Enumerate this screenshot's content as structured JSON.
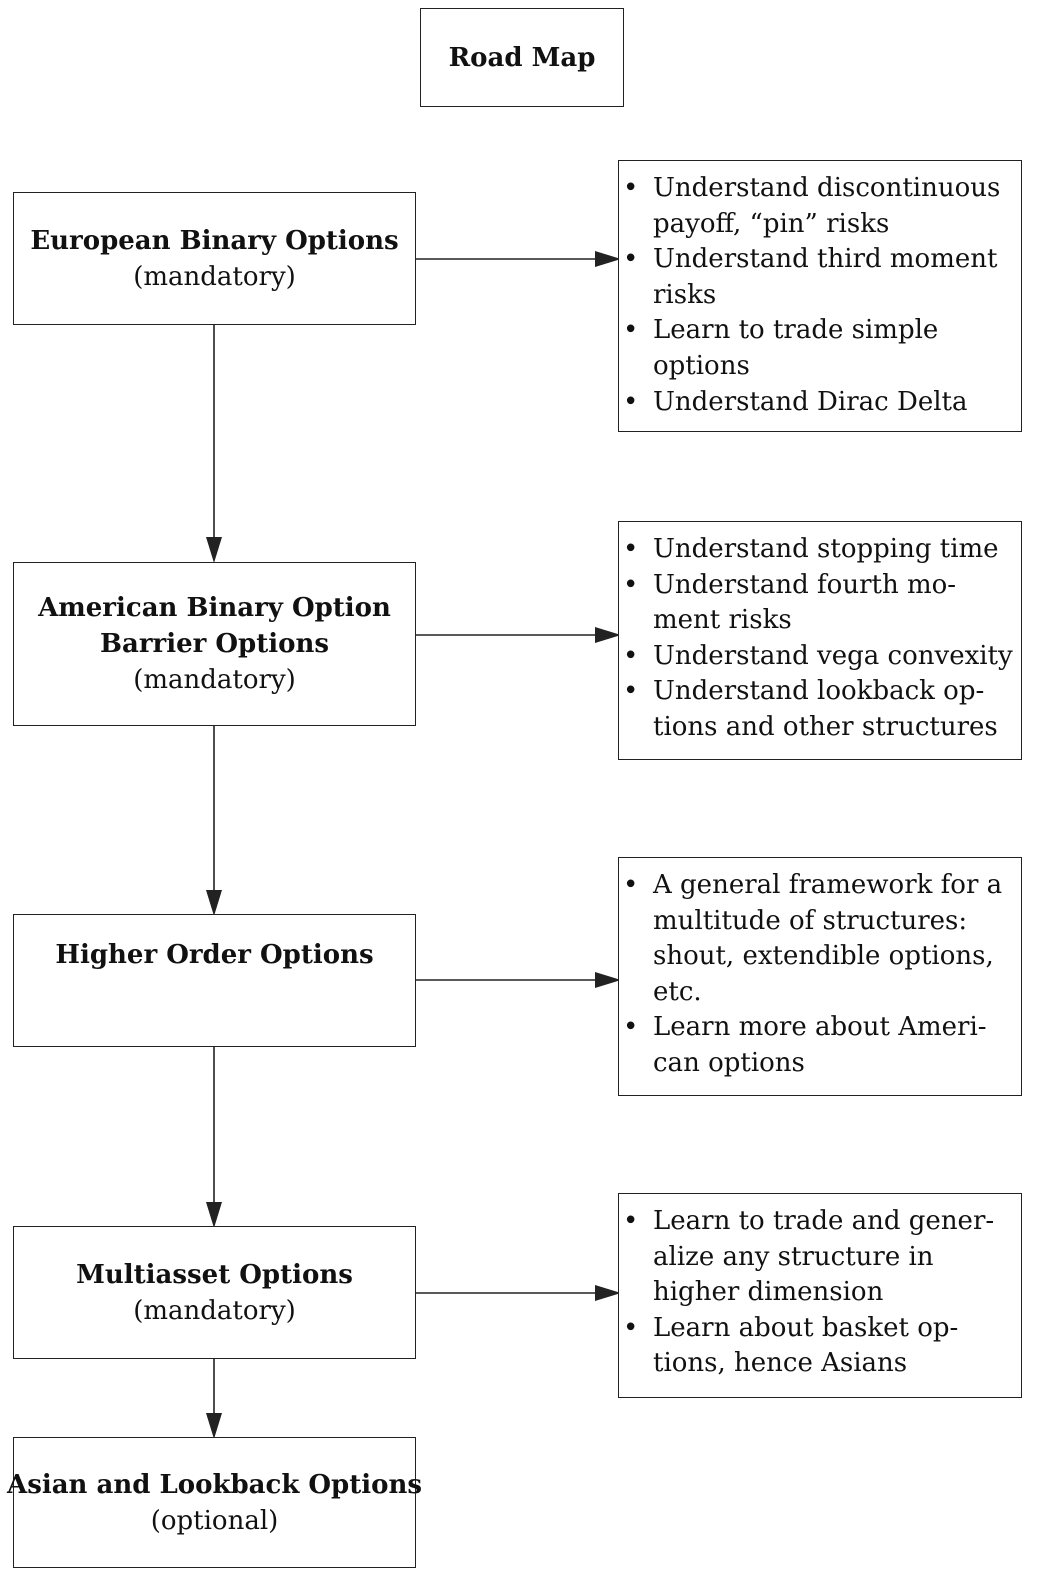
{
  "title": "Road Map",
  "stages": [
    {
      "name_lines": [
        "European Binary Options"
      ],
      "tag": "(mandatory)",
      "notes": [
        "Understand discontinuous payoff, “pin” risks",
        "Understand third moment risks",
        "Learn to trade simple options",
        "Understand Dirac Delta"
      ]
    },
    {
      "name_lines": [
        "American Binary Option",
        "Barrier Options"
      ],
      "tag": "(mandatory)",
      "notes": [
        "Understand stopping time",
        "Understand fourth mo-ment risks",
        "Understand vega convexity",
        "Understand lookback op-tions and other structures"
      ]
    },
    {
      "name_lines": [
        "Higher Order Options"
      ],
      "tag": "",
      "notes": [
        "A general framework for a multitude of structures: shout, extendible options, etc.",
        "Learn more about Ameri-can options"
      ]
    },
    {
      "name_lines": [
        "Multiasset Options"
      ],
      "tag": "(mandatory)",
      "notes": [
        "Learn to trade and gener-alize any structure in higher dimension",
        "Learn about basket op-tions, hence Asians"
      ]
    },
    {
      "name_lines": [
        "Asian and Lookback Options"
      ],
      "tag": "(optional)",
      "notes": []
    }
  ]
}
